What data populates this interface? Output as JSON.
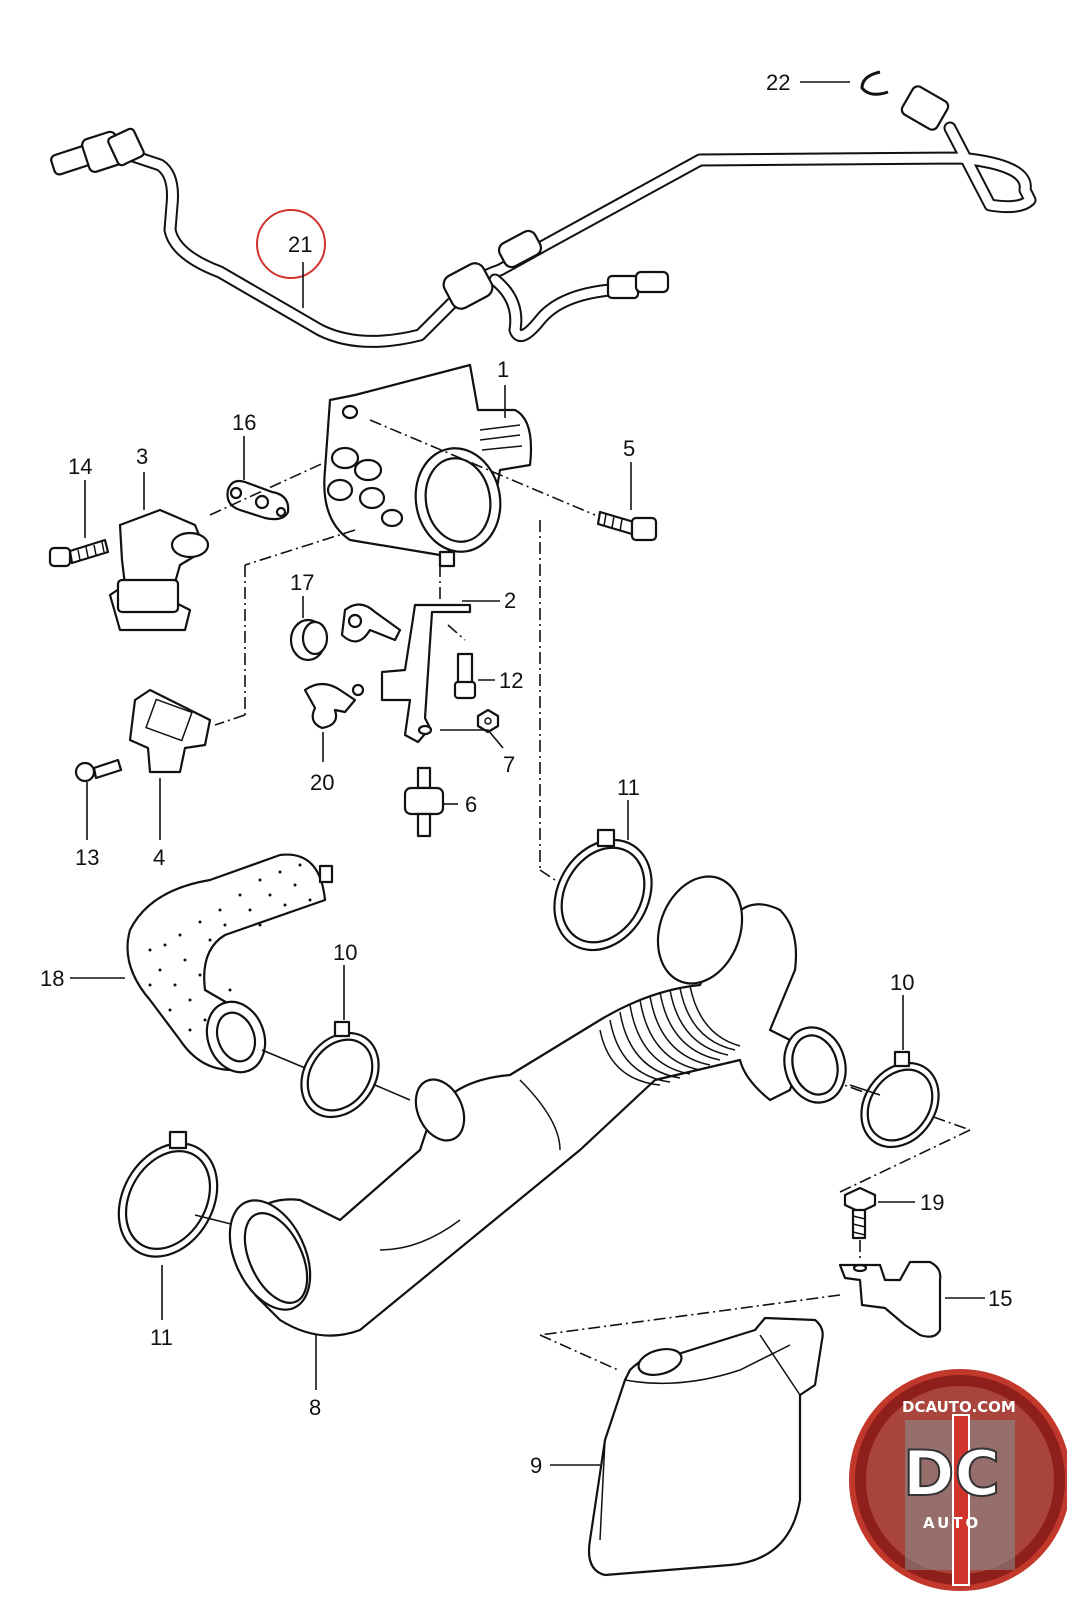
{
  "diagram": {
    "callouts": {
      "c1": "1",
      "c2": "2",
      "c3": "3",
      "c4": "4",
      "c5": "5",
      "c6": "6",
      "c7": "7",
      "c8": "8",
      "c9": "9",
      "c10a": "10",
      "c10b": "10",
      "c11a": "11",
      "c11b": "11",
      "c12": "12",
      "c13": "13",
      "c14": "14",
      "c15": "15",
      "c16": "16",
      "c17": "17",
      "c18": "18",
      "c19": "19",
      "c20": "20",
      "c21": "21",
      "c22": "22"
    },
    "highlighted_part": "21",
    "highlight_color": "#d0342c"
  },
  "logo": {
    "top_text": "DCAUTO.COM",
    "main_text": "DC",
    "sub_text": "AUTO",
    "ring_color": "#c0392b",
    "stripe_color": "#b22222"
  }
}
